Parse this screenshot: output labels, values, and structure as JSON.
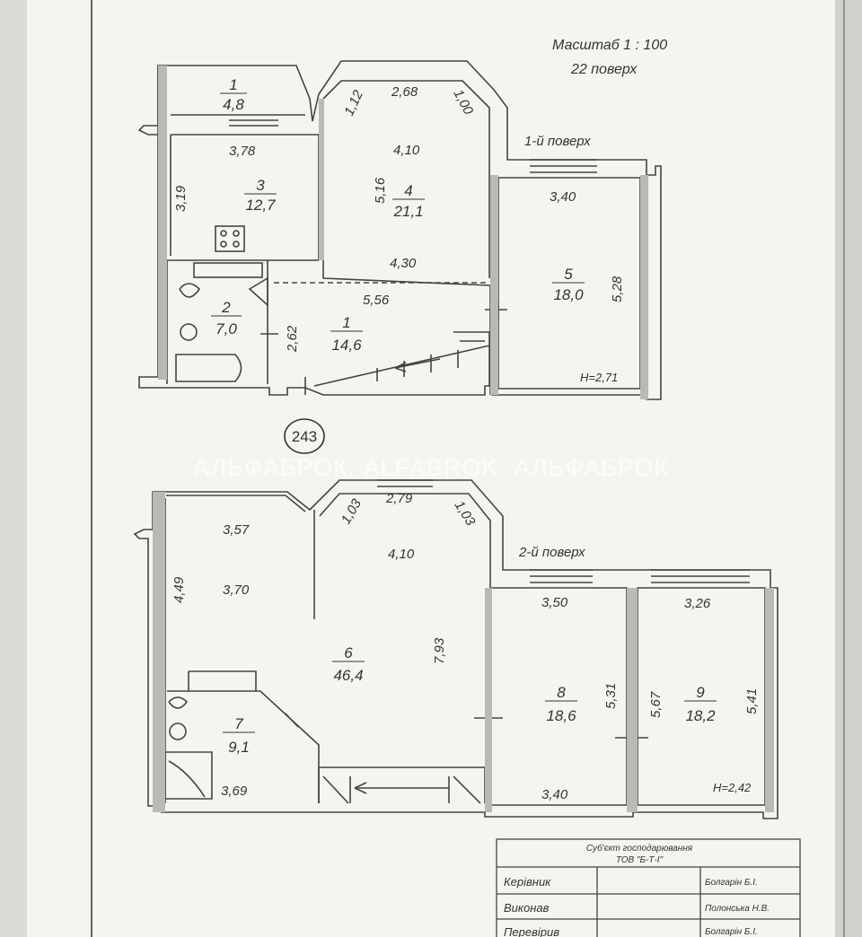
{
  "header": {
    "scale": "Масштаб 1 : 100",
    "floor": "22 поверх"
  },
  "floor1": {
    "label": "1-й поверх",
    "height": "H=2,71",
    "rooms": [
      {
        "number": "1",
        "area": "4,8"
      },
      {
        "number": "3",
        "area": "12,7"
      },
      {
        "number": "4",
        "area": "21,1"
      },
      {
        "number": "2",
        "area": "7,0"
      },
      {
        "number": "1",
        "area": "14,6"
      },
      {
        "number": "5",
        "area": "18,0"
      }
    ],
    "dims": [
      "1,12",
      "2,68",
      "1,00",
      "4,10",
      "5,16",
      "4,30",
      "3,78",
      "3,19",
      "5,56",
      "2,62",
      "3,40",
      "5,28"
    ]
  },
  "marker": "243",
  "watermark": "АЛЬФАБРОК. ALFABROK. АЛЬФАБРОК",
  "floor2": {
    "label": "2-й поверх",
    "height": "H=2,42",
    "rooms": [
      {
        "number": "6",
        "area": "46,4"
      },
      {
        "number": "7",
        "area": "9,1"
      },
      {
        "number": "8",
        "area": "18,6"
      },
      {
        "number": "9",
        "area": "18,2"
      }
    ],
    "dims": [
      "1,03",
      "2,79",
      "1,03",
      "4,10",
      "3,57",
      "3,70",
      "4,49",
      "7,93",
      "3,69",
      "3,50",
      "5,31",
      "3,40",
      "3,26",
      "5,67",
      "5,41"
    ]
  },
  "title_block": {
    "heading1": "Суб'єкт господарювання",
    "heading2": "ТОВ \"Б-Т-І\"",
    "rows": [
      {
        "role": "Керівник",
        "name": "Болгарін Б.І."
      },
      {
        "role": "Виконав",
        "name": "Полонська Н.В."
      },
      {
        "role": "Перевірив",
        "name": "Болгарін Б.І."
      }
    ]
  },
  "colors": {
    "paper": "#f4f4f1",
    "ink": "#333333",
    "wall": "#9a9a9a"
  }
}
